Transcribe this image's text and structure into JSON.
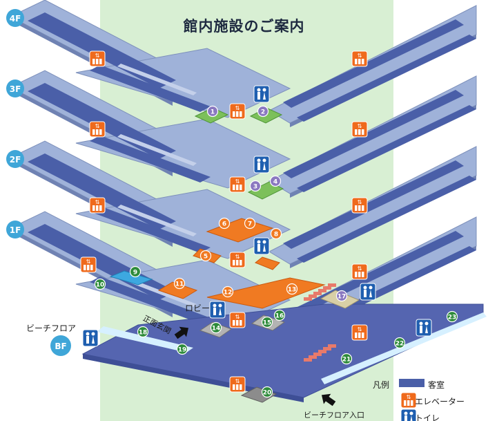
{
  "title": "館内施設のご案内",
  "floors": [
    "4F",
    "3F",
    "2F",
    "1F",
    "BF"
  ],
  "labels": {
    "beach_floor": "ビーチフロア",
    "main_entrance": "正面玄関",
    "lobby": "ロビー",
    "beach_entrance": "ビーチフロア入口"
  },
  "legend": {
    "title": "凡例",
    "room": "客室",
    "elevator": "エレベーター",
    "toilet": "トイレ"
  },
  "facility_numbers": [
    "1",
    "2",
    "3",
    "4",
    "5",
    "6",
    "7",
    "8",
    "9",
    "10",
    "11",
    "12",
    "13",
    "14",
    "15",
    "16",
    "17",
    "18",
    "19",
    "20",
    "21",
    "22",
    "23"
  ],
  "icons": [
    "elevator-icon",
    "toilet-icon",
    "entrance-arrow-icon"
  ],
  "colors": {
    "floor": "#9fb2d9",
    "room": "#4a5fa8",
    "corridor": "#c4d0ea",
    "background_band": "#d8efd3",
    "elevator": "#ef6a1c",
    "toilet": "#1f5fb0",
    "floor_badge": "#3fa6d8",
    "facility_orange": "#f07a22",
    "facility_green": "#2e8b3b",
    "facility_purple": "#8a78c0"
  }
}
